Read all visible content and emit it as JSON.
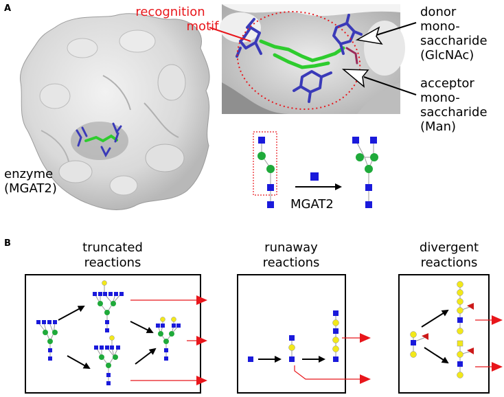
{
  "panel_a": {
    "letter": "A",
    "recognition_motif": [
      "recognition",
      "motif"
    ],
    "donor": [
      "donor",
      "mono-",
      "saccharide",
      "(GlcNAc)"
    ],
    "acceptor": [
      "acceptor",
      "mono-",
      "saccharide",
      "(Man)"
    ],
    "enzyme": [
      "enzyme",
      "(MGAT2)"
    ],
    "reaction_enzyme": "MGAT2"
  },
  "panel_b": {
    "letter": "B",
    "titles": [
      [
        "truncated",
        "reactions"
      ],
      [
        "runaway",
        "reactions"
      ],
      [
        "divergent",
        "reactions"
      ]
    ]
  },
  "colors": {
    "glcnac_square": "#1a1adb",
    "mannose_circle": "#1faa3a",
    "galactose": "#f2e81a",
    "fucose": "#cc1a1a",
    "arrow_red": "#e8161b",
    "ligand_green": "#2ecc2e",
    "ligand_blue": "#3a3ab8",
    "surface": "#d8d8d8"
  }
}
